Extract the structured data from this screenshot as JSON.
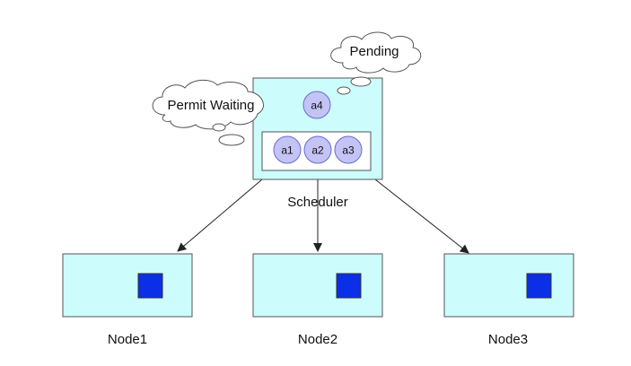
{
  "clouds": {
    "pending": "Pending",
    "permit_waiting": "Permit Waiting"
  },
  "scheduler": {
    "label": "Scheduler",
    "queued_pod": "a4",
    "waiting_pods": [
      "a1",
      "a2",
      "a3"
    ]
  },
  "nodes": [
    {
      "label": "Node1"
    },
    {
      "label": "Node2"
    },
    {
      "label": "Node3"
    }
  ],
  "colors": {
    "box_fill": "#ccfcfc",
    "pod_fill": "#c3c3f5",
    "pod_stroke": "#6a6ad0",
    "node_square": "#0a2fe6",
    "line": "#222222"
  }
}
